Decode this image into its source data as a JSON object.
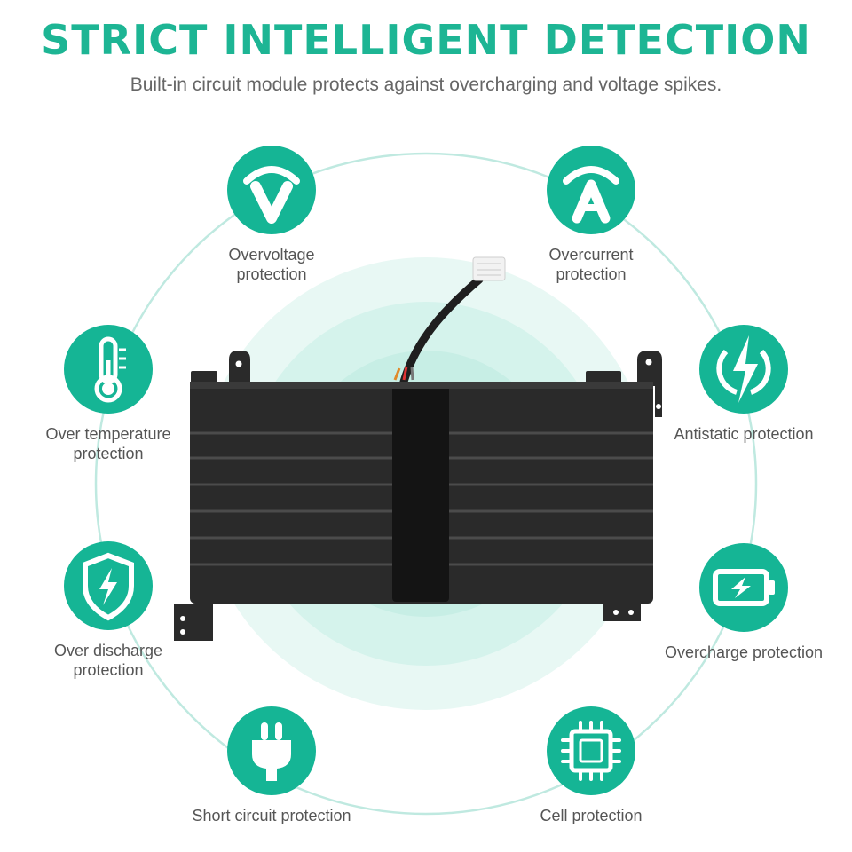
{
  "header": {
    "title": "STRICT INTELLIGENT DETECTION",
    "subtitle": "Built-in circuit module protects against overcharging and voltage spikes."
  },
  "features": [
    {
      "label": "Overvoltage\nprotection",
      "icon": "voltage-v-icon"
    },
    {
      "label": "Overcurrent\nprotection",
      "icon": "current-a-icon"
    },
    {
      "label": "Over temperature\nprotection",
      "icon": "thermometer-icon"
    },
    {
      "label": "Antistatic protection",
      "icon": "lightning-icon"
    },
    {
      "label": "Over discharge\nprotection",
      "icon": "shield-bolt-icon"
    },
    {
      "label": "Overcharge protection",
      "icon": "battery-bolt-icon"
    },
    {
      "label": "Short circuit protection",
      "icon": "plug-icon"
    },
    {
      "label": "Cell protection",
      "icon": "chip-icon"
    }
  ],
  "colors": {
    "accent": "#15b595",
    "title": "#1db594",
    "ring": "#bfe9e0",
    "glow": "#d9f4ee",
    "battery": "#2a2a2a"
  }
}
